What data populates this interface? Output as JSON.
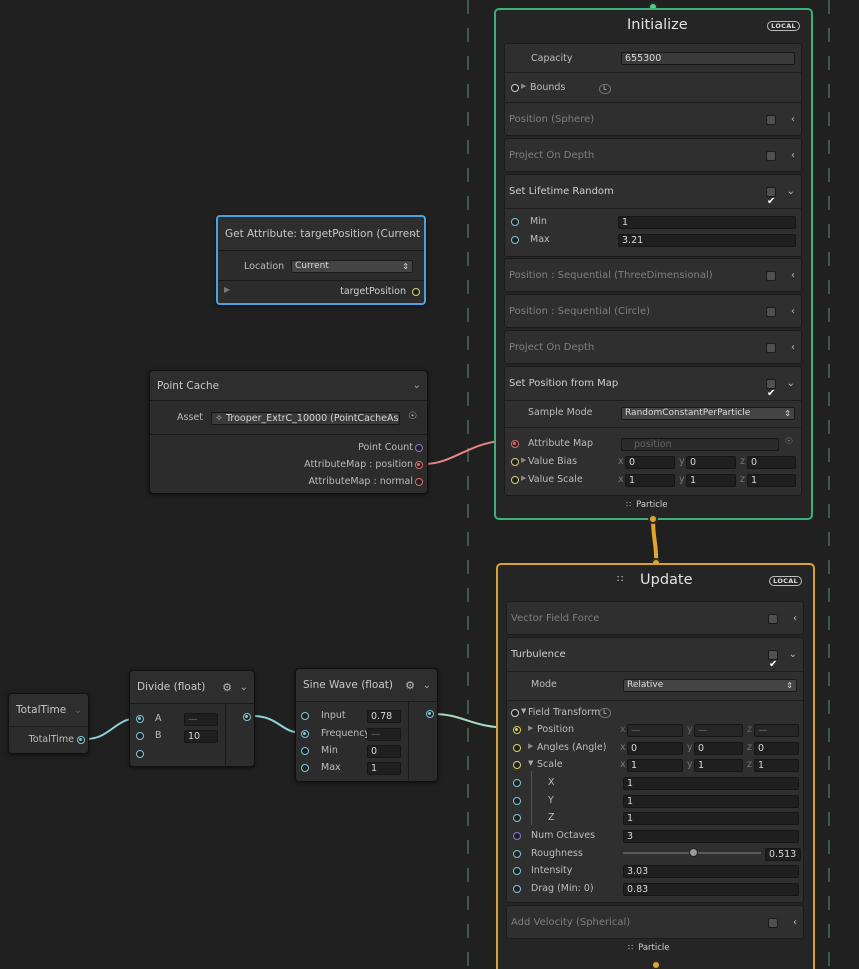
{
  "get_attribute": {
    "title": "Get Attribute: targetPosition (Current",
    "location_label": "Location",
    "location_value": "Current",
    "output_label": "targetPosition"
  },
  "point_cache": {
    "title": "Point Cache",
    "asset_label": "Asset",
    "asset_value": "Trooper_ExtrC_10000 (PointCacheAsset)",
    "outputs": [
      "Point Count",
      "AttributeMap : position",
      "AttributeMap : normal"
    ]
  },
  "total_time": {
    "title": "TotalTime",
    "output_label": "TotalTime"
  },
  "divide": {
    "title": "Divide (float)",
    "a_label": "A",
    "a_value": "—",
    "b_label": "B",
    "b_value": "10"
  },
  "sine_wave": {
    "title": "Sine Wave (float)",
    "input_label": "Input",
    "input_value": "0.78",
    "frequency_label": "Frequency",
    "frequency_value": "—",
    "min_label": "Min",
    "min_value": "0",
    "max_label": "Max",
    "max_value": "1"
  },
  "initialize": {
    "title": "Initialize",
    "badge": "LOCAL",
    "capacity_label": "Capacity",
    "capacity_value": "655300",
    "bounds_label": "Bounds",
    "bounds_badge": "L",
    "blocks": {
      "position_sphere": "Position (Sphere)",
      "project_on_depth_1": "Project On Depth",
      "set_lifetime_random": "Set Lifetime Random",
      "lifetime_min_label": "Min",
      "lifetime_min_value": "1",
      "lifetime_max_label": "Max",
      "lifetime_max_value": "3.21",
      "position_seq_3d": "Position : Sequential (ThreeDimensional)",
      "position_seq_circle": "Position : Sequential (Circle)",
      "project_on_depth_2": "Project On Depth",
      "set_position_from_map": "Set Position from Map",
      "sample_mode_label": "Sample Mode",
      "sample_mode_value": "RandomConstantPerParticle",
      "attribute_map_label": "Attribute Map",
      "attribute_map_value": "position",
      "value_bias_label": "Value Bias",
      "value_bias": {
        "x": "0",
        "y": "0",
        "z": "0"
      },
      "value_scale_label": "Value Scale",
      "value_scale": {
        "x": "1",
        "y": "1",
        "z": "1"
      }
    },
    "footer": "Particle"
  },
  "update": {
    "title": "Update",
    "badge": "LOCAL",
    "blocks": {
      "vector_field_force": "Vector Field Force",
      "turbulence": "Turbulence",
      "mode_label": "Mode",
      "mode_value": "Relative",
      "field_transform_label": "Field Transform",
      "field_transform_badge": "L",
      "position_label": "Position",
      "position": {
        "x": "—",
        "y": "—",
        "z": "—"
      },
      "angles_label": "Angles (Angle)",
      "angles": {
        "x": "0",
        "y": "0",
        "z": "0"
      },
      "scale_label": "Scale",
      "scale": {
        "x": "1",
        "y": "1",
        "z": "1"
      },
      "scale_x_label": "X",
      "scale_x_value": "1",
      "scale_y_label": "Y",
      "scale_y_value": "1",
      "scale_z_label": "Z",
      "scale_z_value": "1",
      "num_octaves_label": "Num Octaves",
      "num_octaves_value": "3",
      "roughness_label": "Roughness",
      "roughness_value": "0.513",
      "intensity_label": "Intensity",
      "intensity_value": "3.03",
      "drag_label": "Drag (Min: 0)",
      "drag_value": "0.83",
      "add_velocity": "Add Velocity (Spherical)"
    },
    "footer": "Particle"
  },
  "axis_labels": {
    "x": "x",
    "y": "y",
    "z": "z"
  },
  "colors": {
    "initialize_border": "#3bb07a",
    "update_border": "#d9a22e",
    "selected_node_border": "#4aa3e0",
    "float_port": "#7ec8d6",
    "vector_port": "#d8d36a",
    "texture_port": "#e06a6a"
  }
}
